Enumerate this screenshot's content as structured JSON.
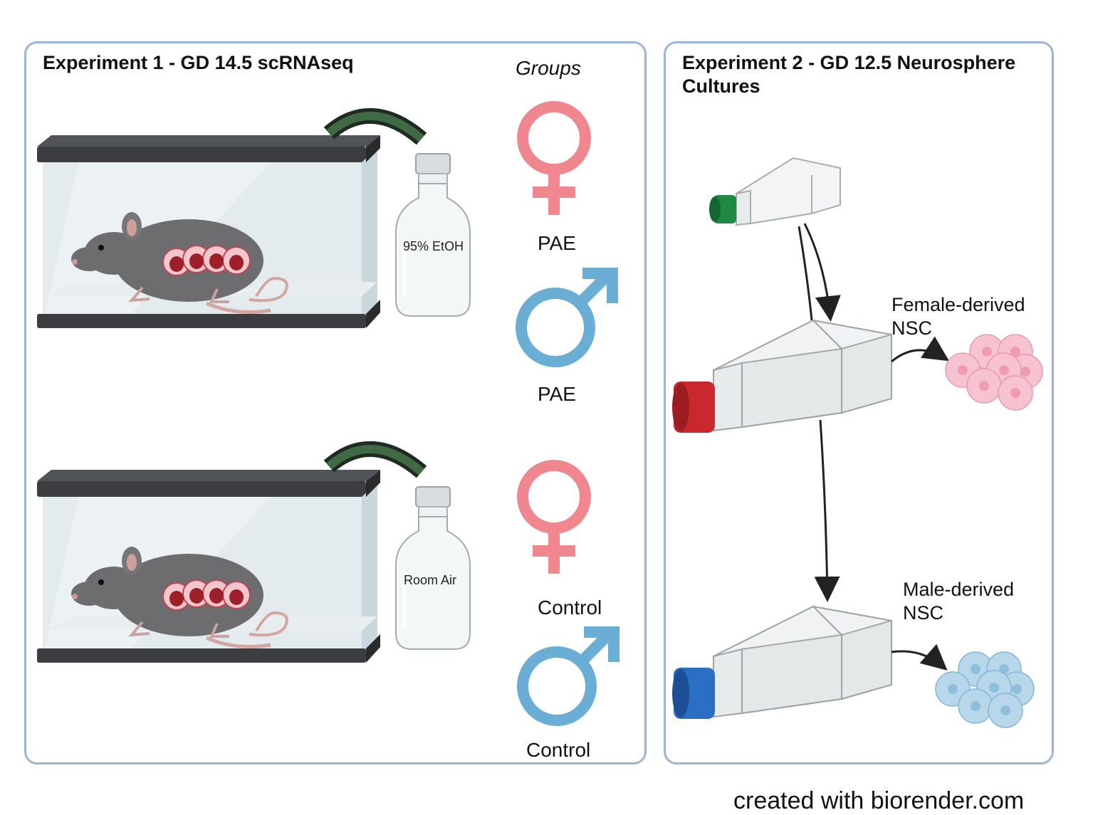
{
  "experiment1": {
    "title": "Experiment 1 - GD 14.5 scRNAseq",
    "groups_label": "Groups",
    "bottles": [
      "95% EtOH",
      "Room Air"
    ],
    "groups": [
      {
        "symbol": "female-symbol",
        "label": "PAE"
      },
      {
        "symbol": "male-symbol",
        "label": "PAE"
      },
      {
        "symbol": "female-symbol",
        "label": "Control"
      },
      {
        "symbol": "male-symbol",
        "label": "Control"
      }
    ]
  },
  "experiment2": {
    "title_line1": "Experiment 2 - GD 12.5 Neurosphere",
    "title_line2": "Cultures",
    "female_line1": "Female-derived",
    "female_line2": "NSC",
    "male_line1": "Male-derived",
    "male_line2": "NSC"
  },
  "footer": "created with biorender.com",
  "colors": {
    "panel_border": "#9db3d8",
    "female": "#f0878f",
    "male": "#6aaed6",
    "cap_green": "#1f8a44",
    "cap_red": "#c8282e",
    "cap_blue": "#2b6fc4",
    "female_cells": "#f7c3d0",
    "male_cells": "#b9d7ea"
  }
}
